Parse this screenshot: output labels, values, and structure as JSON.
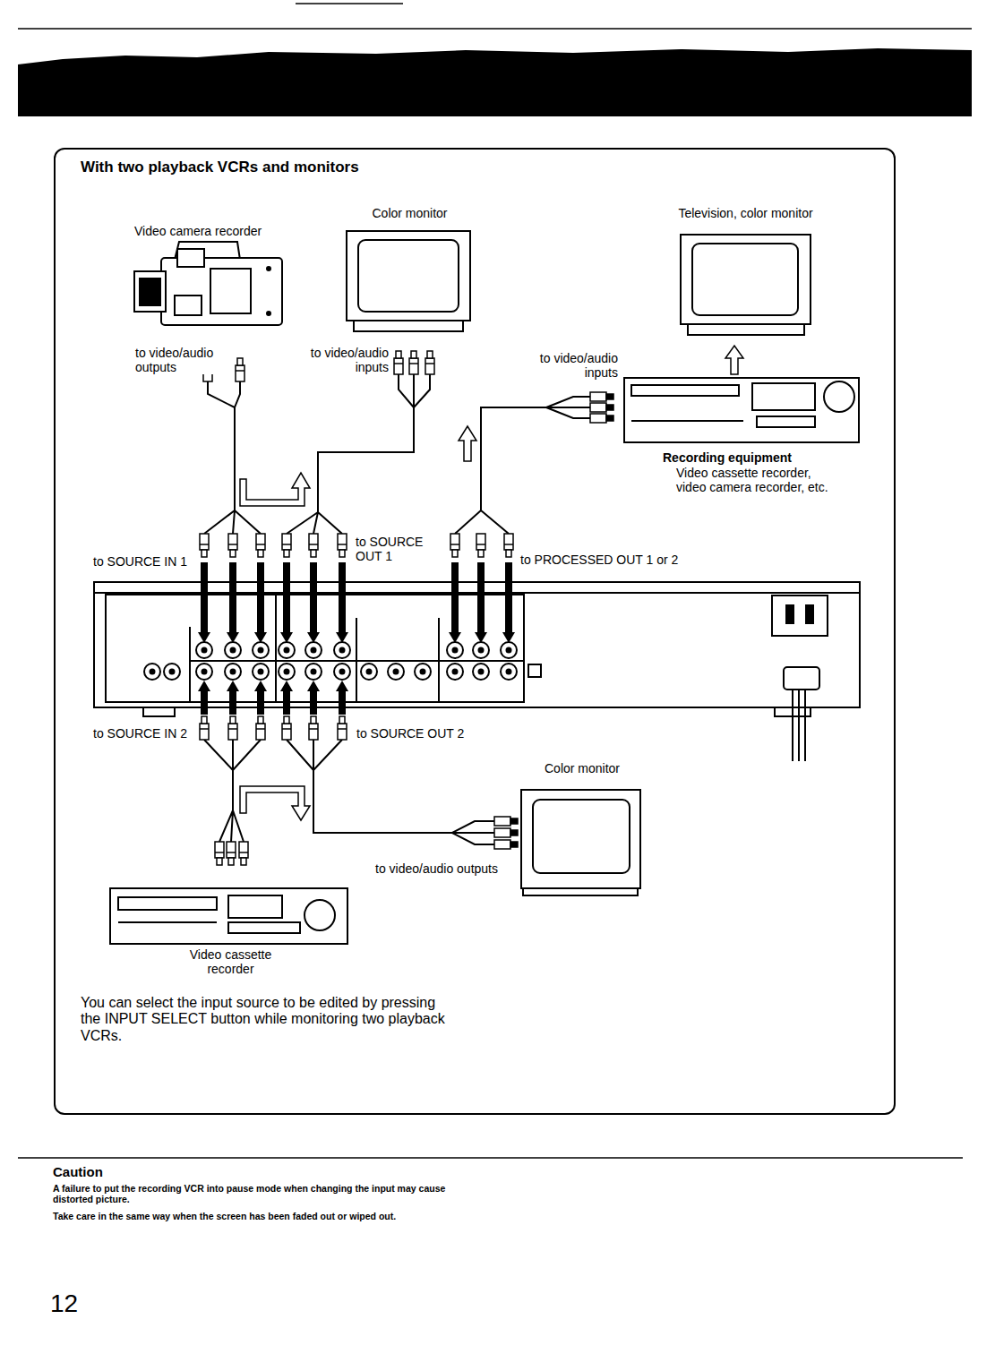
{
  "diagram": {
    "nodes": [
      {
        "text": [
          "With two playback VCRs and monitors",
          "You can select the input source to be edited by pressing the INPUT SELECT button while monitoring two playback VCRs."
        ]
      },
      {
        "text": [
          "Video camera recorder"
        ],
        "in": 0
      },
      {
        "text": [
          "Color monitor"
        ],
        "in": 0
      },
      {
        "text": [
          "Television, color monitor"
        ],
        "in": 0
      },
      {
        "text": [
          "Recording equipment",
          "Video cassette recorder, video camera recorder, etc."
        ],
        "in": 0
      },
      {
        "text": [
          "Color monitor"
        ],
        "in": 0
      },
      {
        "text": [
          "Video cassette recorder"
        ],
        "in": 0
      }
    ],
    "labels": [
      "to video/audio outputs",
      "to video/audio inputs",
      "to video/audio inputs",
      "to SOURCE IN 1",
      "to SOURCE OUT 1",
      "to PROCESSED OUT 1 or 2",
      "to SOURCE IN 2",
      "to SOURCE OUT 2",
      "to video/audio outputs",
      "Caution",
      "A failure to put the recording VCR into pause mode when changing the input may cause distorted picture.",
      "Take care in the same way when the screen has been faded out or wiped out.",
      "12"
    ]
  }
}
